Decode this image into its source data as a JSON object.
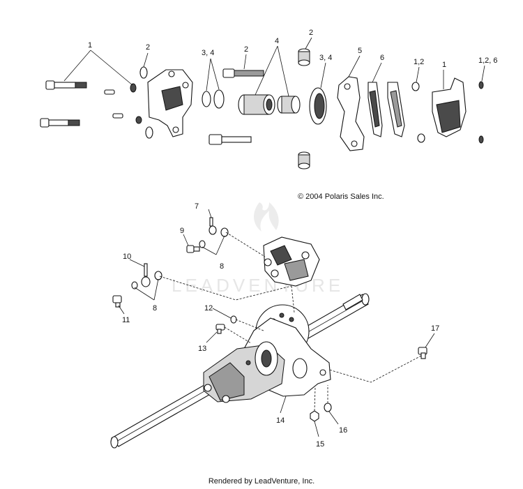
{
  "copyright": "© 2004 Polaris Sales Inc.",
  "footer": "Rendered by LeadVenture, Inc.",
  "watermark": "LEADVENTURE",
  "callouts": {
    "top_1": "1",
    "top_2a": "2",
    "top_34a": "3, 4",
    "top_2b": "2",
    "top_4": "4",
    "top_2c": "2",
    "top_34b": "3, 4",
    "top_5": "5",
    "top_6": "6",
    "top_12": "1,2",
    "top_1b": "1",
    "top_126": "1,2, 6",
    "c7": "7",
    "c9": "9",
    "c8a": "8",
    "c10": "10",
    "c8b": "8",
    "c11": "11",
    "c12": "12",
    "c13": "13",
    "c17": "17",
    "c14": "14",
    "c15": "15",
    "c16": "16"
  }
}
